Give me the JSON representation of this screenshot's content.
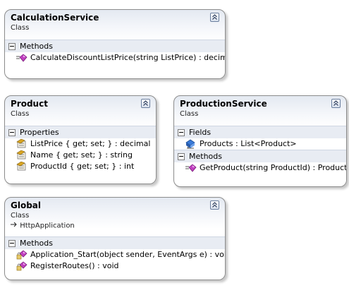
{
  "classes": {
    "calculation_service": {
      "name": "CalculationService",
      "kind": "Class",
      "sections": [
        {
          "title": "Methods",
          "members": [
            {
              "icon": "method-icon",
              "text": "CalculateDiscountListPrice(string ListPrice) : decimal"
            }
          ]
        }
      ]
    },
    "product": {
      "name": "Product",
      "kind": "Class",
      "sections": [
        {
          "title": "Properties",
          "members": [
            {
              "icon": "property-icon",
              "text": "ListPrice { get; set; } : decimal"
            },
            {
              "icon": "property-icon",
              "text": "Name { get; set; } : string"
            },
            {
              "icon": "property-icon",
              "text": "ProductId { get; set; } : int"
            }
          ]
        }
      ]
    },
    "production_service": {
      "name": "ProductionService",
      "kind": "Class",
      "sections": [
        {
          "title": "Fields",
          "members": [
            {
              "icon": "field-icon",
              "text": "Products : List<Product>"
            }
          ]
        },
        {
          "title": "Methods",
          "members": [
            {
              "icon": "method-icon",
              "text": "GetProduct(string ProductId) : Product"
            }
          ]
        }
      ]
    },
    "global": {
      "name": "Global",
      "kind": "Class",
      "base": "HttpApplication",
      "sections": [
        {
          "title": "Methods",
          "members": [
            {
              "icon": "protected-method-icon",
              "text": "Application_Start(object sender, EventArgs e) : void"
            },
            {
              "icon": "protected-method-icon",
              "text": "RegisterRoutes() : void"
            }
          ]
        }
      ]
    }
  },
  "colors": {
    "method": "#c040c0",
    "property": "#d9a521",
    "field": "#3a7ad8"
  }
}
